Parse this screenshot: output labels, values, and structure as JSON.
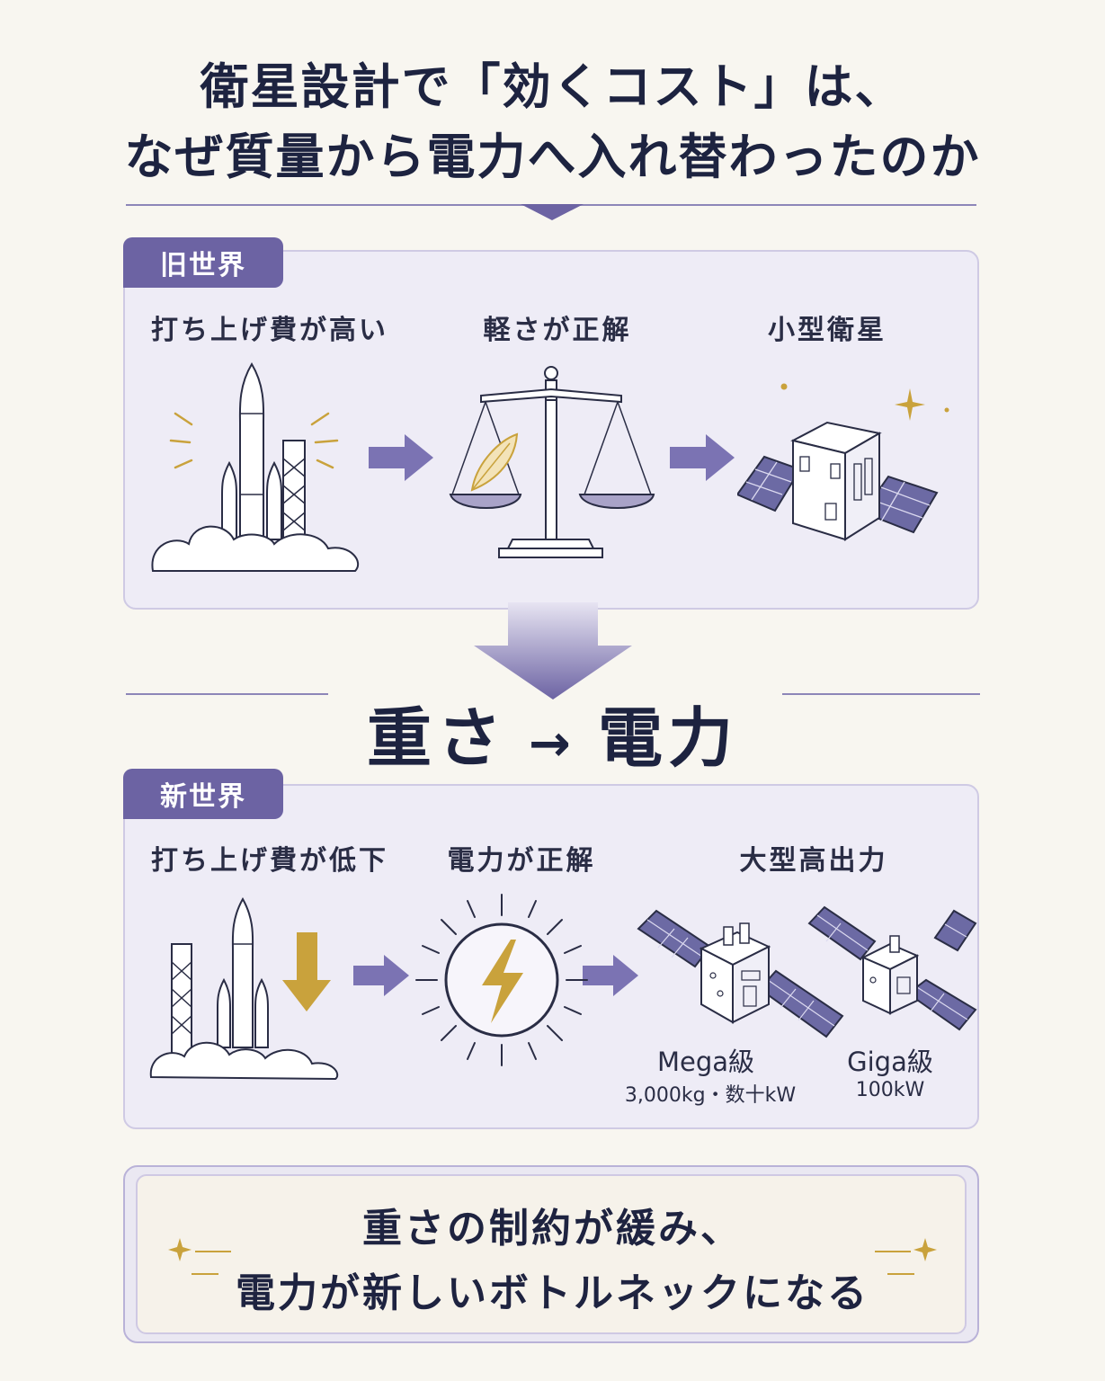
{
  "title": {
    "line1": "衛星設計で「効くコスト」は、",
    "line2": "なぜ質量から電力へ入れ替わったのか"
  },
  "old_world": {
    "tag": "旧世界",
    "steps": [
      {
        "label": "打ち上げ費が高い",
        "icon": "rocket-icon"
      },
      {
        "label": "軽さが正解",
        "icon": "balance-scale-icon"
      },
      {
        "label": "小型衛星",
        "icon": "small-satellite-icon"
      }
    ]
  },
  "transition": {
    "from": "重さ",
    "arrow": "→",
    "to": "電力"
  },
  "new_world": {
    "tag": "新世界",
    "steps": [
      {
        "label": "打ち上げ費が低下",
        "icon": "rocket-down-icon"
      },
      {
        "label": "電力が正解",
        "icon": "lightning-icon"
      },
      {
        "label": "大型高出力",
        "icon": "large-satellite-icon"
      }
    ],
    "classes": [
      {
        "name": "Mega級",
        "spec": "3,000kg・数十kW"
      },
      {
        "name": "Giga級",
        "spec": "100kW"
      }
    ]
  },
  "conclusion": {
    "line1": "重さの制約が緩み、",
    "line2": "電力が新しいボトルネックになる"
  },
  "colors": {
    "navy": "#1d2340",
    "purple": "#6c63a3",
    "gold": "#c9a23c",
    "panel": "#eeecf6"
  }
}
